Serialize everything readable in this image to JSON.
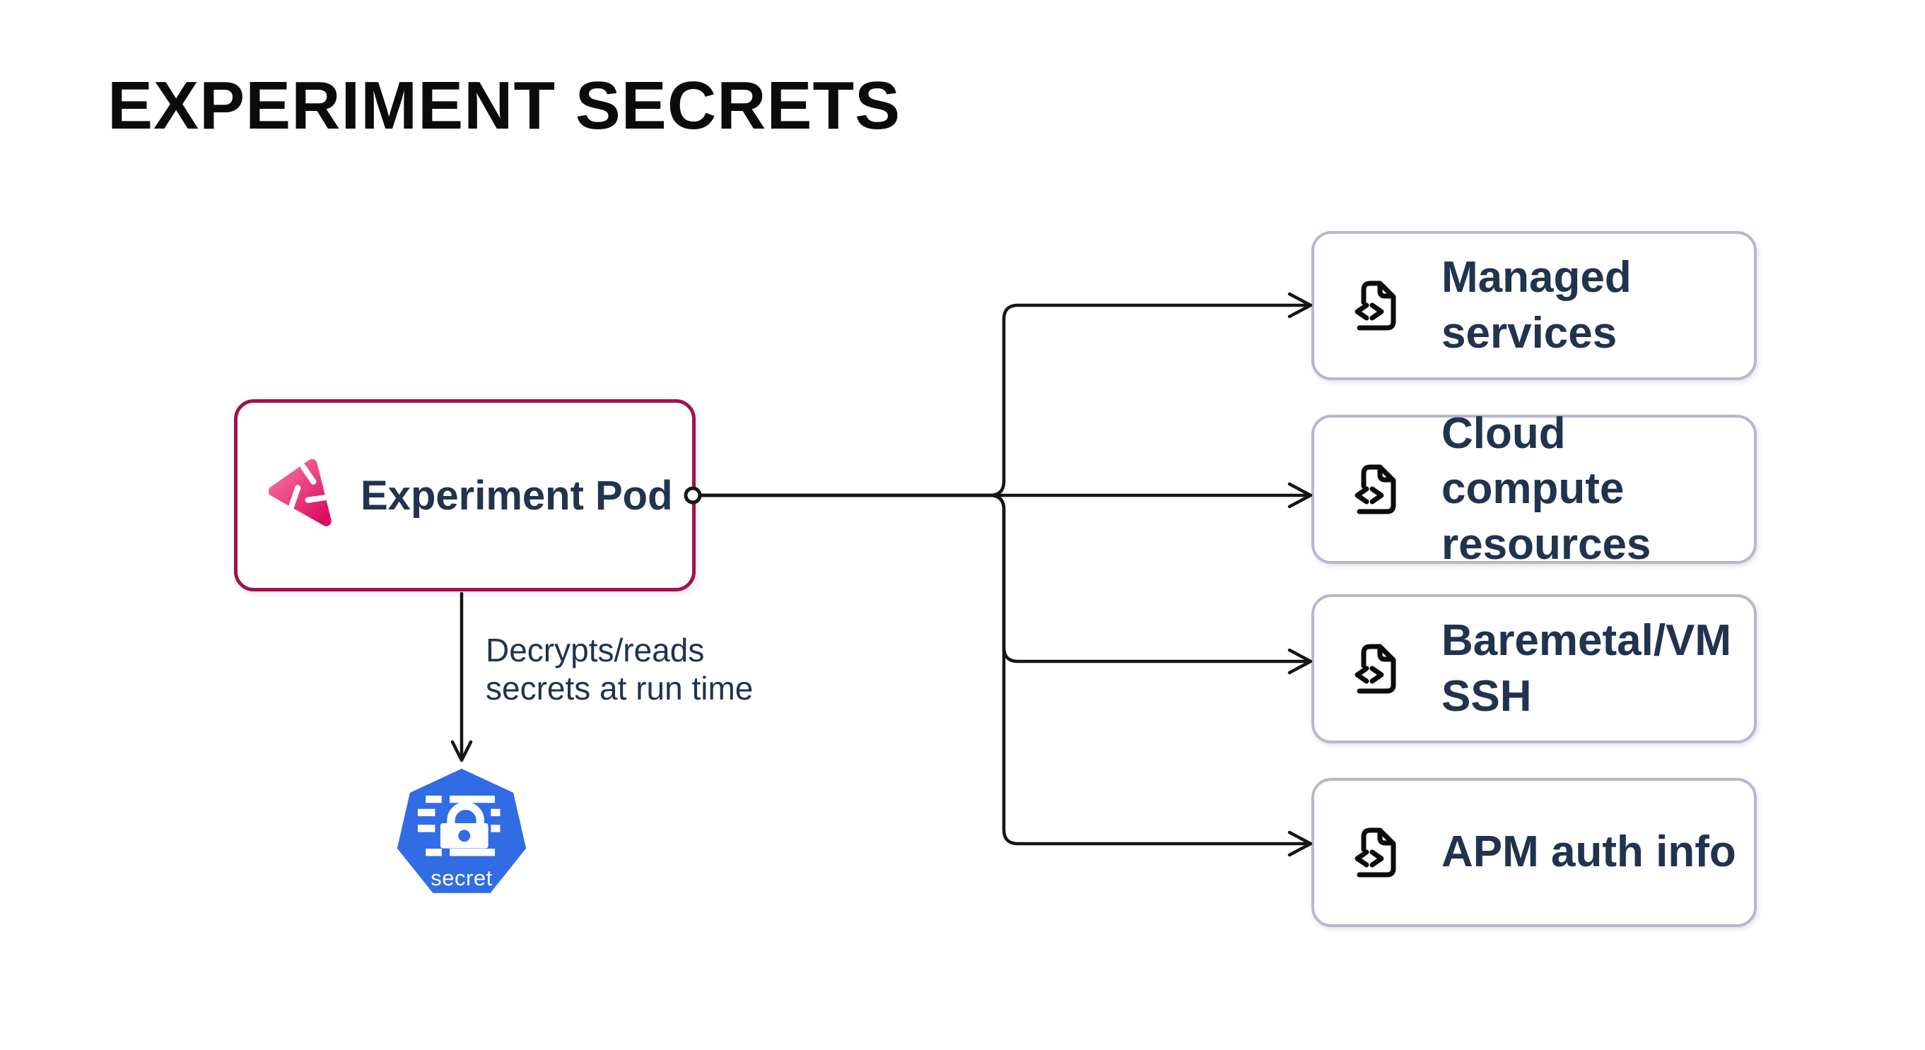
{
  "title": "EXPERIMENT SECRETS",
  "pod": {
    "label": "Experiment Pod"
  },
  "annotation": {
    "line1": "Decrypts/reads",
    "line2": "secrets at run time"
  },
  "secret_node": {
    "label": "secret"
  },
  "targets": [
    {
      "line1": "Managed",
      "line2": "services"
    },
    {
      "line1": "Cloud compute",
      "line2": "resources"
    },
    {
      "line1": "Baremetal/VM",
      "line2": "SSH"
    },
    {
      "line1": "APM auth info",
      "line2": ""
    }
  ],
  "colors": {
    "pod_border": "#A3104B",
    "target_border": "#B6B7CF",
    "text_navy": "#20334F",
    "connector_line": "#151515",
    "k8s_blue": "#326CE5",
    "logo_pink_light": "#F5789F",
    "logo_pink_dark": "#DC0C63"
  }
}
